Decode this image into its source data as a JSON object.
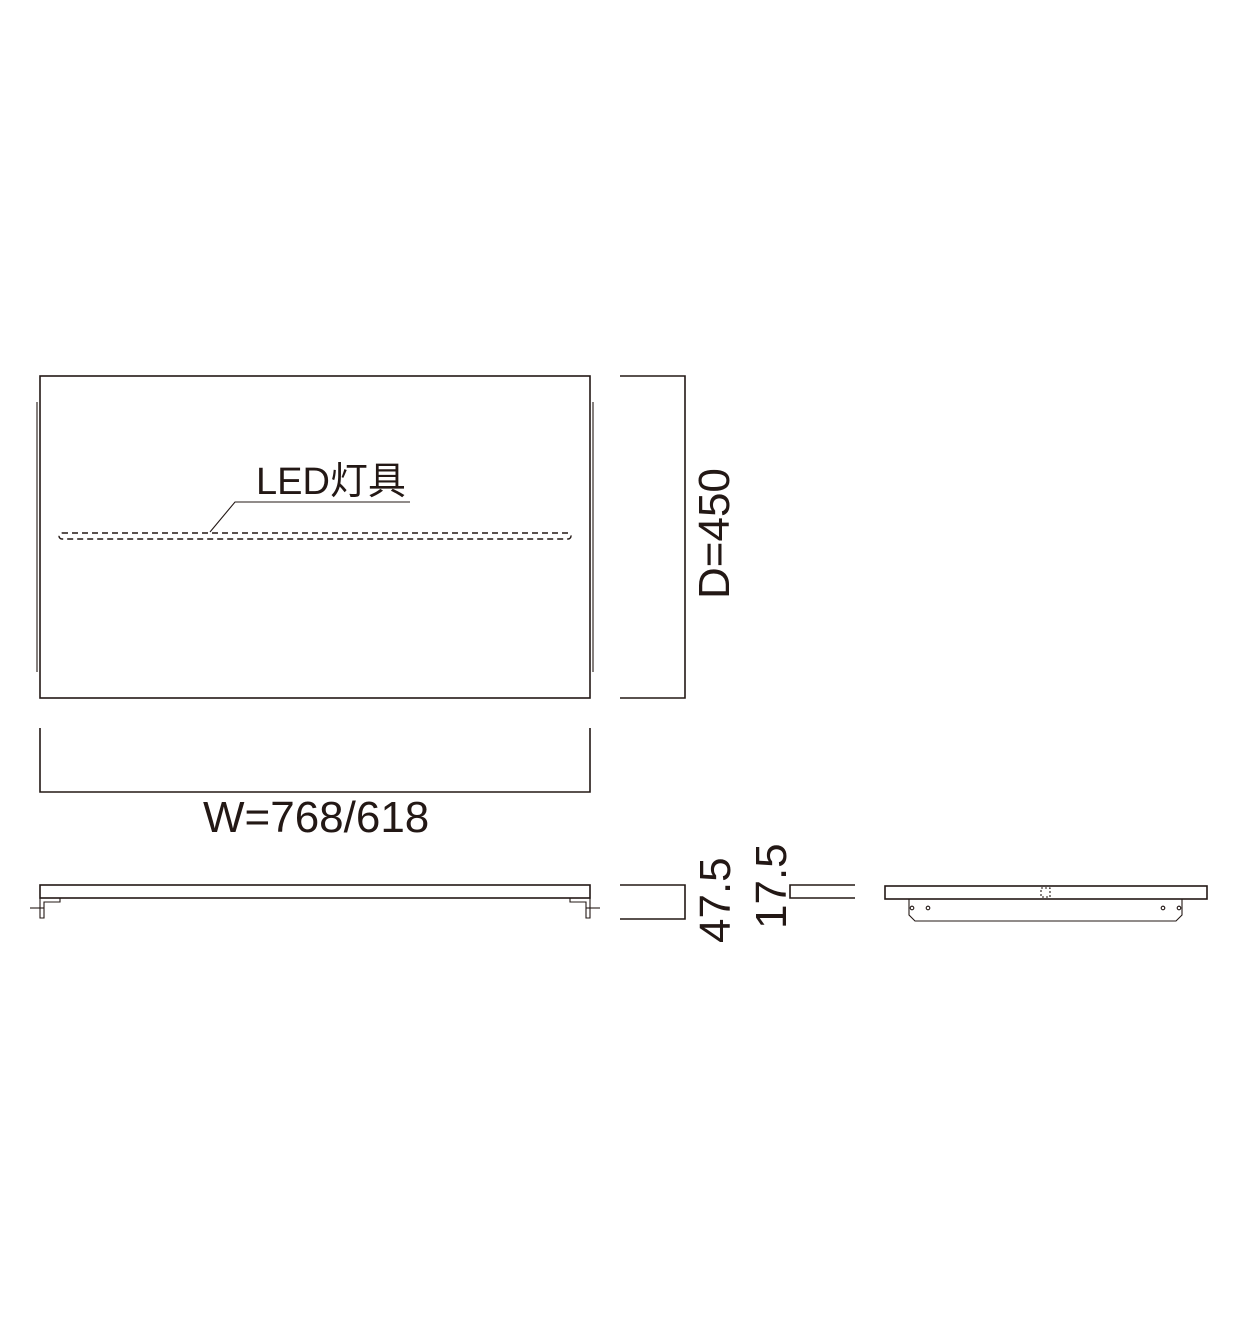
{
  "drawing": {
    "stroke_color": "#231815",
    "background": "#ffffff",
    "led_label": "LED灯具",
    "width_label": "W=768/618",
    "depth_label": "D=450",
    "front_height_label": "47.5",
    "side_height_label": "17.5"
  }
}
